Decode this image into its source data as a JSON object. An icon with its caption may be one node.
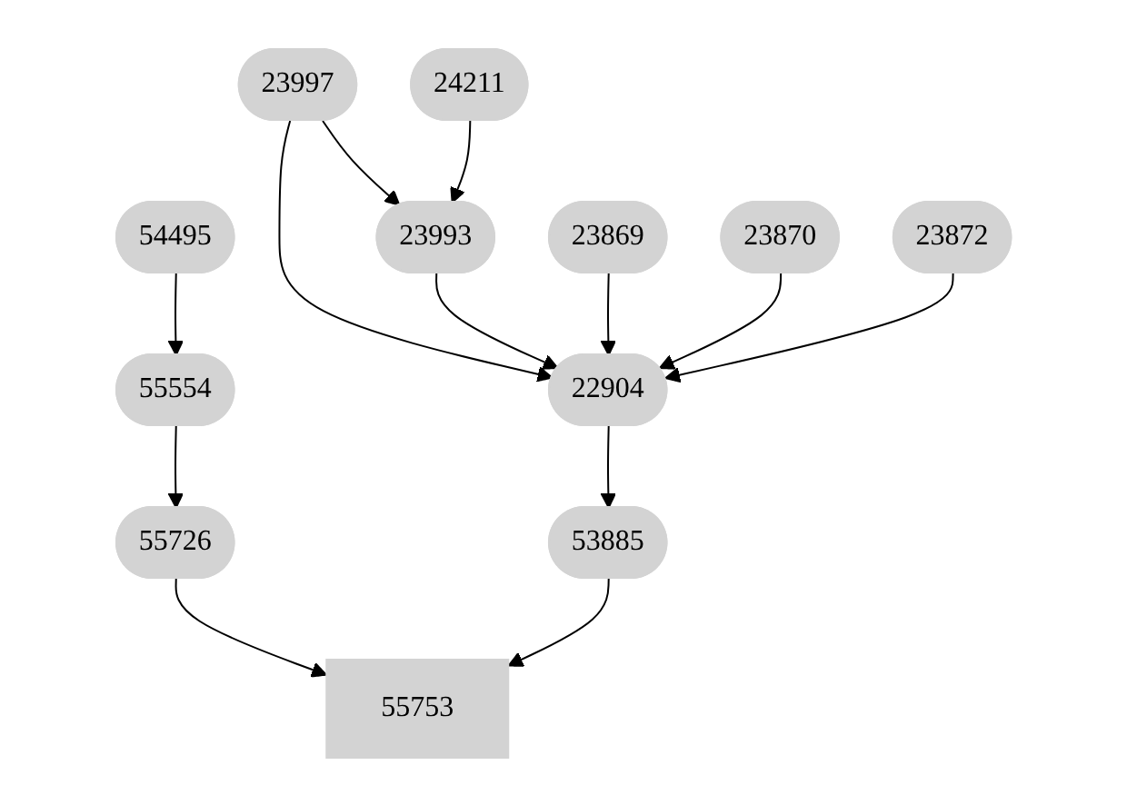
{
  "diagram": {
    "nodes": [
      {
        "text": [
          "23997"
        ]
      },
      {
        "text": [
          "24211"
        ]
      },
      {
        "text": [
          "54495"
        ]
      },
      {
        "text": [
          "23869"
        ]
      },
      {
        "text": [
          "23870"
        ]
      },
      {
        "text": [
          "23872"
        ]
      },
      {
        "text": [
          "23993"
        ]
      },
      {
        "text": [
          "55554"
        ]
      },
      {
        "text": [
          "22904"
        ]
      },
      {
        "text": [
          "55726"
        ]
      },
      {
        "text": [
          "53885"
        ]
      },
      {
        "text": [
          "55753"
        ]
      }
    ],
    "edges": [
      {
        "from": 0,
        "to": 6,
        "arrow": "to"
      },
      {
        "from": 1,
        "to": 6,
        "arrow": "to"
      },
      {
        "from": 0,
        "to": 8,
        "arrow": "to"
      },
      {
        "from": 6,
        "to": 8,
        "arrow": "to"
      },
      {
        "from": 3,
        "to": 8,
        "arrow": "to"
      },
      {
        "from": 4,
        "to": 8,
        "arrow": "to"
      },
      {
        "from": 5,
        "to": 8,
        "arrow": "to"
      },
      {
        "from": 2,
        "to": 7,
        "arrow": "to"
      },
      {
        "from": 7,
        "to": 9,
        "arrow": "to"
      },
      {
        "from": 8,
        "to": 10,
        "arrow": "to"
      },
      {
        "from": 9,
        "to": 11,
        "arrow": "to"
      },
      {
        "from": 10,
        "to": 11,
        "arrow": "to"
      }
    ]
  }
}
